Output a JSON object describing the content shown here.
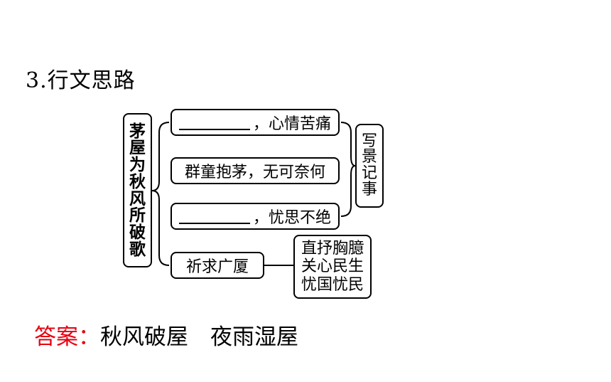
{
  "heading": "3.行文思路",
  "diagram": {
    "root": "茅屋为秋风所破歌",
    "items": [
      {
        "blank": true,
        "text": "，心情苦痛"
      },
      {
        "blank": false,
        "text": "群童抱茅，无可奈何"
      },
      {
        "blank": true,
        "text": "，忧思不绝"
      },
      {
        "blank": false,
        "text": "祈求广厦"
      }
    ],
    "group_label": "写景记事",
    "lyric_lines": [
      "直抒胸臆",
      "关心民生",
      "忧国忧民"
    ]
  },
  "answer": {
    "label": "答案：",
    "text": "秋风破屋　夜雨湿屋"
  }
}
